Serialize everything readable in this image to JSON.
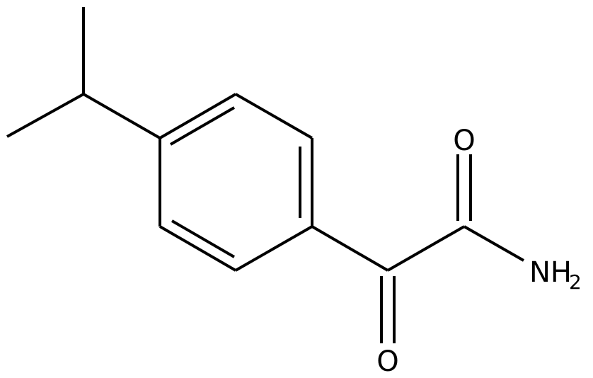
{
  "molecule": {
    "atoms": {
      "ketone_oxygen": "O",
      "amide_oxygen": "O",
      "amine_group": "NH",
      "amine_subscript": "2"
    },
    "colors": {
      "bond": "#000000",
      "label": "#000000",
      "background": "#ffffff"
    }
  }
}
